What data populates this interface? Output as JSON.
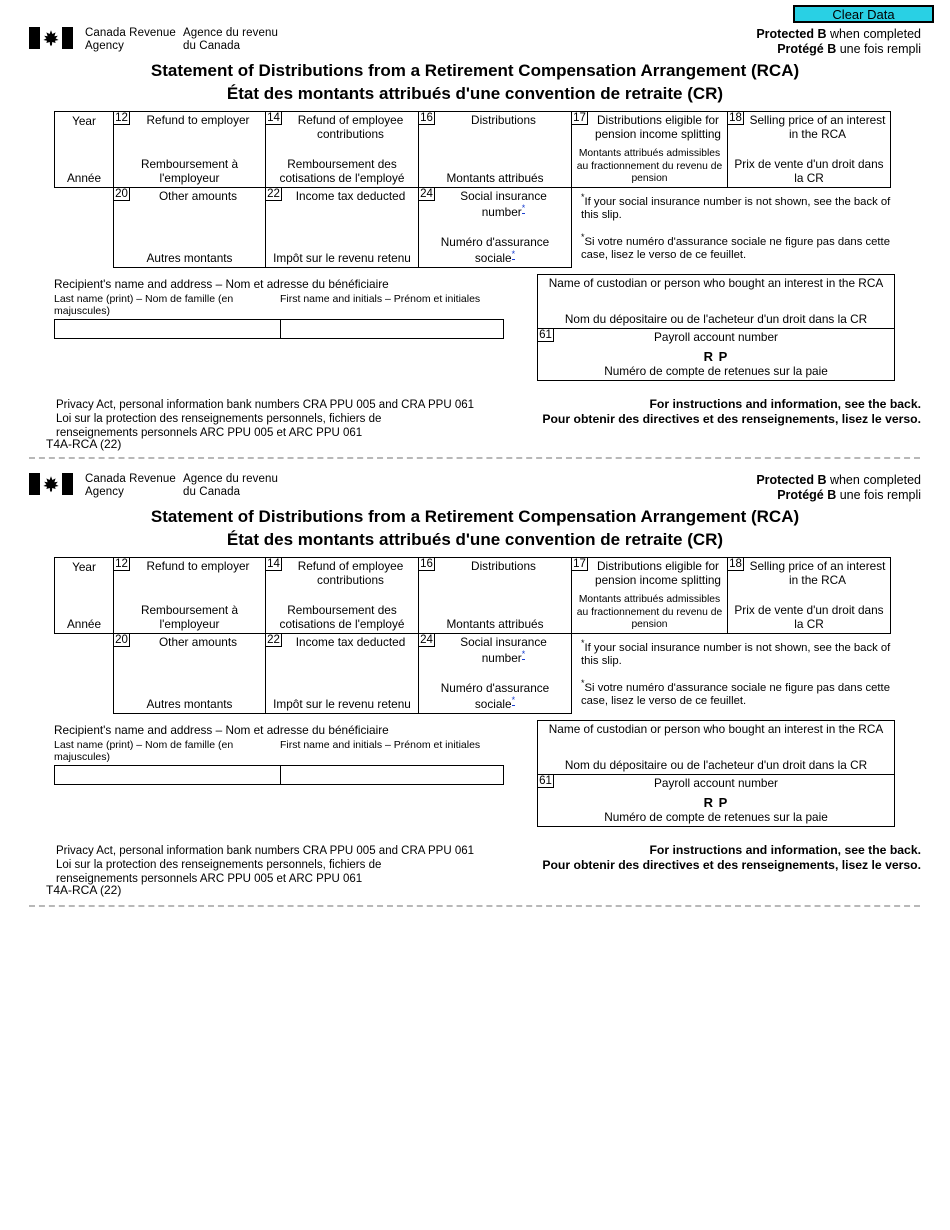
{
  "toolbar": {
    "clear_data_label": "Clear Data"
  },
  "header": {
    "agency_en_line1": "Canada Revenue",
    "agency_en_line2": "Agency",
    "agency_fr_line1": "Agence du revenu",
    "agency_fr_line2": "du Canada",
    "protected_en_bold": "Protected B",
    "protected_en_rest": " when completed",
    "protected_fr_bold": "Protégé B",
    "protected_fr_rest": " une fois rempli"
  },
  "titles": {
    "en": "Statement of Distributions from a Retirement Compensation Arrangement (RCA)",
    "fr": "État des montants attribués d'une convention de retraite (CR)"
  },
  "grid": {
    "year": {
      "label_en": "Year",
      "label_fr": "Année"
    },
    "boxes": [
      {
        "number": "12",
        "label_en": "Refund to employer",
        "label_fr": "Remboursement à l'employeur"
      },
      {
        "number": "14",
        "label_en": "Refund of employee contributions",
        "label_fr": "Remboursement des cotisations de l'employé"
      },
      {
        "number": "16",
        "label_en": "Distributions",
        "label_fr": "Montants attribués"
      },
      {
        "number": "17",
        "label_en": "Distributions eligible for pension income splitting",
        "label_fr": "Montants attribués admissibles au fractionnement du revenu de pension"
      },
      {
        "number": "18",
        "label_en": "Selling price of an interest in the RCA",
        "label_fr": "Prix de vente d'un droit dans la CR"
      },
      {
        "number": "20",
        "label_en": "Other amounts",
        "label_fr": "Autres montants"
      },
      {
        "number": "22",
        "label_en": "Income tax deducted",
        "label_fr": "Impôt sur le revenu retenu"
      },
      {
        "number": "24",
        "label_en": "Social insurance number",
        "label_fr": "Numéro d'assurance sociale"
      }
    ],
    "sin_note_en": "If your social insurance number is not shown, see the back of this slip.",
    "sin_note_fr": "Si votre numéro d'assurance sociale ne figure pas dans cette case, lisez le verso de ce feuillet."
  },
  "recipient": {
    "title": "Recipient's name and address  –  Nom et adresse du bénéficiaire",
    "last_name_label": "Last name (print) – Nom de famille (en majuscules)",
    "first_name_label": "First name and initials  – Prénom et initiales",
    "last_name_value": "",
    "first_name_value": ""
  },
  "custodian": {
    "label_en": "Name of custodian or person who bought an interest in the RCA",
    "label_fr": "Nom du dépositaire ou de l'acheteur d'un droit dans la CR",
    "payroll_box_number": "61",
    "payroll_label_en": "Payroll account number",
    "payroll_rp": "R P",
    "payroll_label_fr": "Numéro de compte de retenues sur la paie"
  },
  "footer": {
    "privacy_line1": "Privacy Act, personal information bank numbers CRA PPU 005 and CRA PPU 061",
    "privacy_line2": "Loi sur la protection des renseignements personnels, fichiers de",
    "privacy_line3": "renseignements personnels ARC PPU 005 et ARC PPU 061",
    "form_number": "T4A-RCA (22)",
    "instructions_en": "For instructions and information, see the back.",
    "instructions_fr": "Pour obtenir des directives et des renseignements, lisez le verso."
  },
  "colors": {
    "clear_button_bg": "#29d0e4",
    "asterisk": "#1a3fd0",
    "dashed_separator": "#b8b8b8"
  }
}
